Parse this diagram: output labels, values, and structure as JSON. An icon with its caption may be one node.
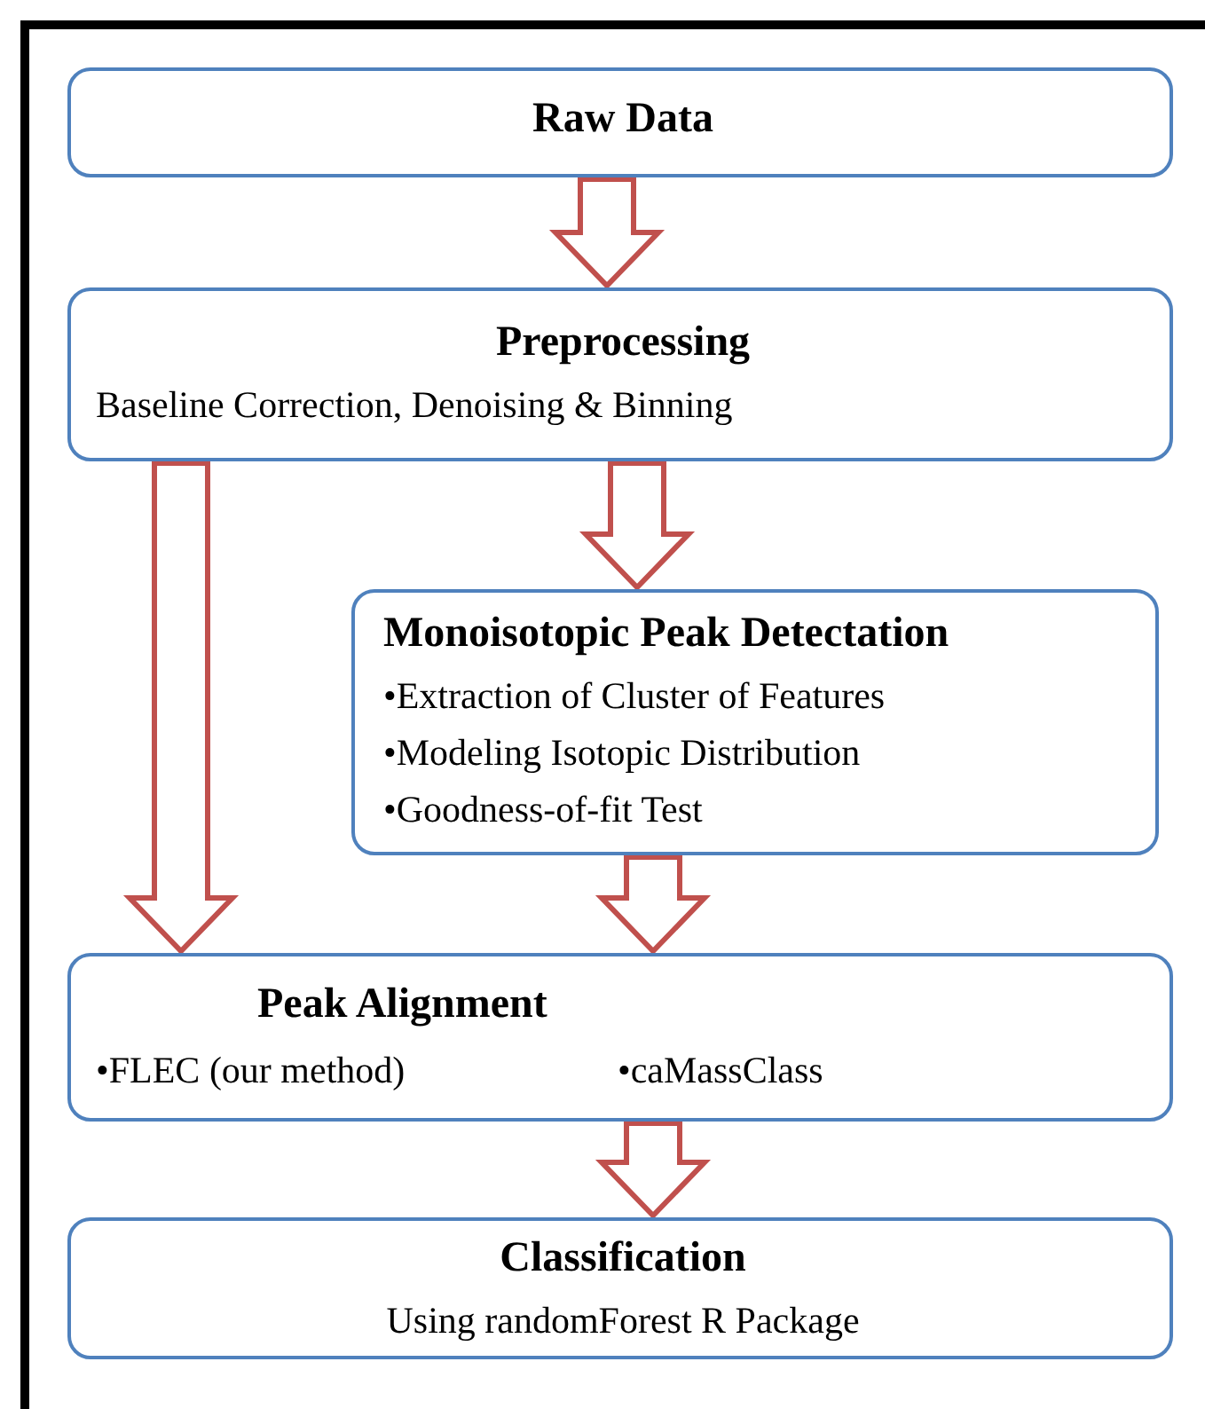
{
  "diagram": {
    "nodes": [
      {
        "text": [
          "Raw Data"
        ]
      },
      {
        "text": [
          "Preprocessing",
          "Baseline Correction, Denoising  & Binning"
        ]
      },
      {
        "text": [
          "Monoisotopic Peak Detectation",
          "•Extraction of Cluster of Features",
          "•Modeling Isotopic Distribution",
          "•Goodness-of-fit Test"
        ]
      },
      {
        "text": [
          "Peak Alignment",
          "•FLEC (our method)",
          "•caMassClass"
        ]
      },
      {
        "text": [
          "Classification",
          "Using randomForest R Package"
        ]
      }
    ],
    "edges": [
      {
        "from": 0,
        "to": 1,
        "arrow": "to"
      },
      {
        "from": 1,
        "to": 2,
        "arrow": "to"
      },
      {
        "from": 1,
        "to": 3,
        "arrow": "to"
      },
      {
        "from": 2,
        "to": 3,
        "arrow": "to"
      },
      {
        "from": 3,
        "to": 4,
        "arrow": "to"
      }
    ]
  }
}
